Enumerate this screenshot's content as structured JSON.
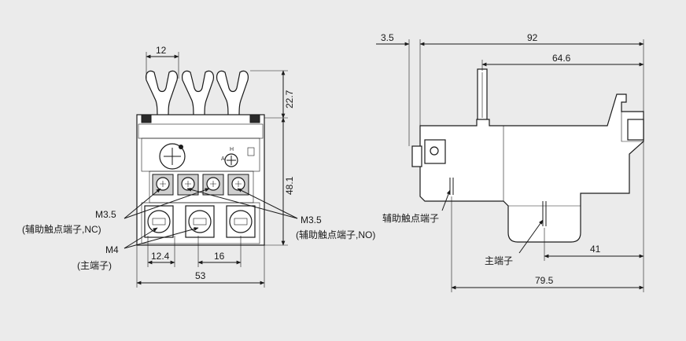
{
  "front_view": {
    "dims": {
      "terminal_pitch_top": "12",
      "terminal_height": "22.7",
      "body_height": "48.1",
      "main_terminal_pitch_left": "12.4",
      "main_terminal_pitch": "16",
      "overall_width": "53"
    },
    "callouts": {
      "aux_nc_size": "M3.5",
      "aux_nc_desc": "(辅助触点端子,NC)",
      "aux_no_size": "M3.5",
      "aux_no_desc": "(辅助触点端子,NO)",
      "main_size": "M4",
      "main_desc": "(主端子)"
    },
    "dial_letters": {
      "h": "H",
      "a": "A"
    }
  },
  "side_view": {
    "dims": {
      "offset_left": "3.5",
      "overall_depth": "92",
      "depth_to_rail": "64.6",
      "depth_to_main_terminal": "41",
      "total_depth": "79.5"
    },
    "callouts": {
      "aux_terminal": "辅助触点端子",
      "main_terminal": "主端子"
    }
  }
}
